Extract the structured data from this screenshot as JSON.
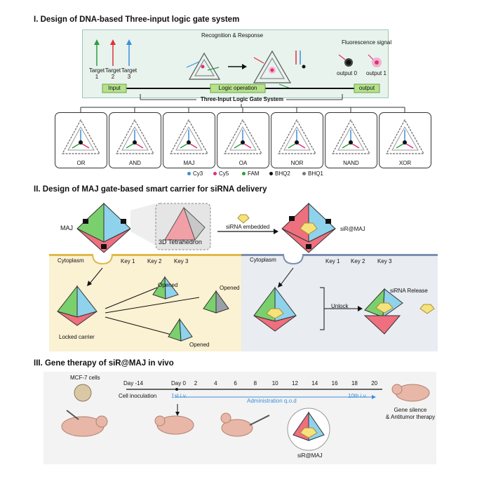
{
  "section1": {
    "title": "I. Design of DNA-based Three-input logic gate system",
    "recognition": "Recognition & Response",
    "fluorescence": "Fluorescence signal",
    "target1": "Target\n1",
    "target1_a": "Target",
    "target1_b": "1",
    "target2_a": "Target",
    "target2_b": "2",
    "target3_a": "Target",
    "target3_b": "3",
    "input": "Input",
    "logic_operation": "Logic operation",
    "output": "output",
    "output0": "output 0",
    "output1": "output 1",
    "system": "Three-Input Logic Gate System",
    "gates": [
      "OR",
      "AND",
      "MAJ",
      "OA",
      "NOR",
      "NAND",
      "XOR"
    ],
    "legend": [
      {
        "label": "Cy3",
        "color": "#3b8fd9"
      },
      {
        "label": "Cy5",
        "color": "#e0307a"
      },
      {
        "label": "FAM",
        "color": "#2e9e3e"
      },
      {
        "label": "BHQ2",
        "color": "#111111"
      },
      {
        "label": "BHQ1",
        "color": "#777777"
      }
    ]
  },
  "section2": {
    "title": "II. Design of MAJ gate-based  smart carrier for siRNA delivery",
    "maj": "MAJ",
    "tetrahedron": "3D Tetrahedron",
    "sirna_embedded": "siRNA embedded",
    "sir_maj": "siR@MAJ",
    "cytoplasm": "Cytoplasm",
    "key1": "Key 1",
    "key2": "Key 2",
    "key3": "Key 3",
    "opened": "Opened",
    "locked_carrier": "Locked carrier",
    "unlock": "Unlock",
    "sirna_release": "siRNA Release"
  },
  "section3": {
    "title": "III. Gene therapy of siR@MAJ in vivo",
    "mcf7": "MCF-7 cells",
    "day_minus14": "Day -14",
    "day0": "Day 0",
    "ticks": [
      "2",
      "4",
      "6",
      "8",
      "10",
      "12",
      "14",
      "16",
      "18",
      "20"
    ],
    "cell_inoculation": "Cell inoculation",
    "first_iv": "1st i.v.",
    "administration": "Administration q.o.d",
    "tenth_iv": "10th i.v.",
    "gene_silence": "Gene silence",
    "antitumor": "& Antitumor therapy",
    "sir_maj": "siR@MAJ"
  }
}
